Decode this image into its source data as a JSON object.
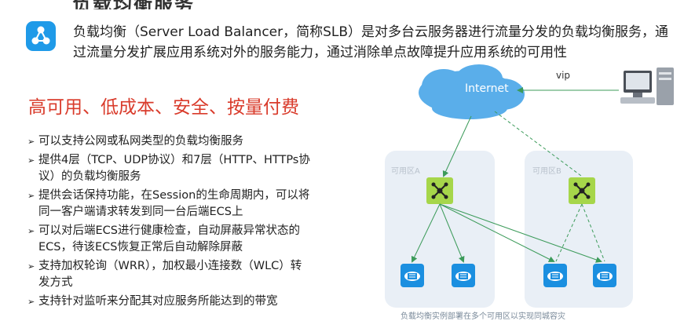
{
  "slide": {
    "title_partial": "负载均衡服务",
    "intro": "负载均衡（Server Load Balancer，简称SLB）是对多台云服务器进行流量分发的负载均衡服务，通过流量分发扩展应用系统对外的服务能力，通过消除单点故障提升应用系统的可用性",
    "headline": "高可用、低成本、安全、按量付费",
    "features": [
      "可以支持公网或私网类型的负载均衡服务",
      "提供4层（TCP、UDP协议）和7层（HTTP、HTTPs协议）的负载均衡服务",
      "提供会话保持功能，在Session的生命周期内，可以将同一客户端请求转发到同一台后端ECS上",
      "可以对后端ECS进行健康检查，自动屏蔽异常状态的ECS，待该ECS恢复正常后自动解除屏蔽",
      "支持加权轮询（WRR），加权最小连接数（WLC）转发方式",
      "支持针对监听来分配其对应服务所能达到的带宽"
    ]
  },
  "diagram": {
    "internet_label": "Internet",
    "vip_label": "vip",
    "zone_a_label": "可用区A",
    "zone_b_label": "可用区B",
    "bottom_caption": "负载均衡实例部署在多个可用区以实现同城容灾"
  },
  "colors": {
    "accent_blue": "#1f9ae8",
    "headline_red": "#d93b2b",
    "cloud_blue": "#5aaeea",
    "zone_bg": "#e9eff6",
    "slb_green": "#a6d64a",
    "link_green": "#3c9b5a",
    "ecs_blue": "#1b8fe0"
  },
  "icons": {
    "slb_logo": "network-node-icon",
    "client": "desktop-computer-icon",
    "slb_instance": "slb-node-icon",
    "ecs": "cloud-server-icon"
  }
}
